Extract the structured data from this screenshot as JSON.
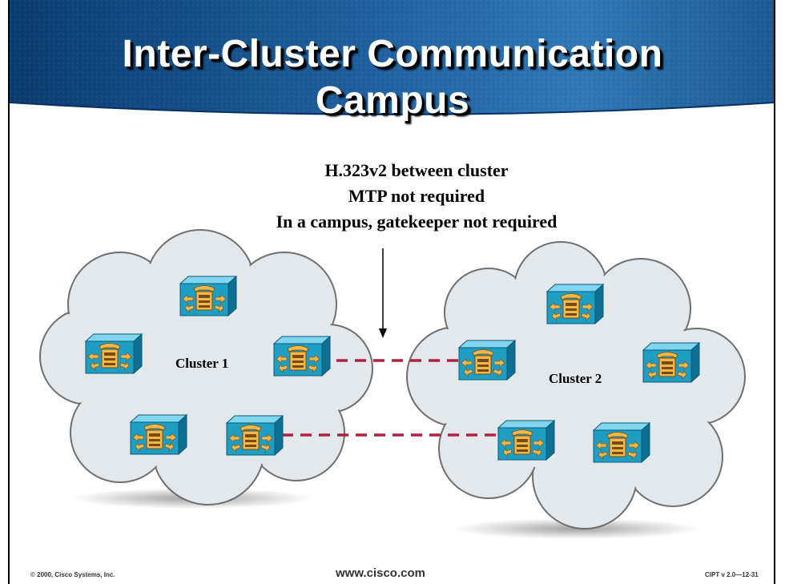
{
  "title": {
    "line1": "Inter-Cluster Communication",
    "line2": "Campus"
  },
  "notes": [
    "H.323v2 between cluster",
    "MTP not required",
    "In a campus, gatekeeper not required"
  ],
  "clusters": [
    {
      "label": "Cluster 1"
    },
    {
      "label": "Cluster 2"
    }
  ],
  "node_icon": "call-manager-server-icon",
  "colors": {
    "banner_dark": "#0a3c70",
    "banner_light": "#2e78b6",
    "cloud_fill": "#e3e8ec",
    "cloud_stroke": "#6f6f6f",
    "icon_cube": "#1f9ec4",
    "icon_accent": "#f2b84a",
    "link_dash": "#b02040"
  },
  "footer": {
    "copyright": "© 2000, Cisco Systems, Inc.",
    "url": "www.cisco.com",
    "version": "CIPT v 2.0—12-31"
  }
}
